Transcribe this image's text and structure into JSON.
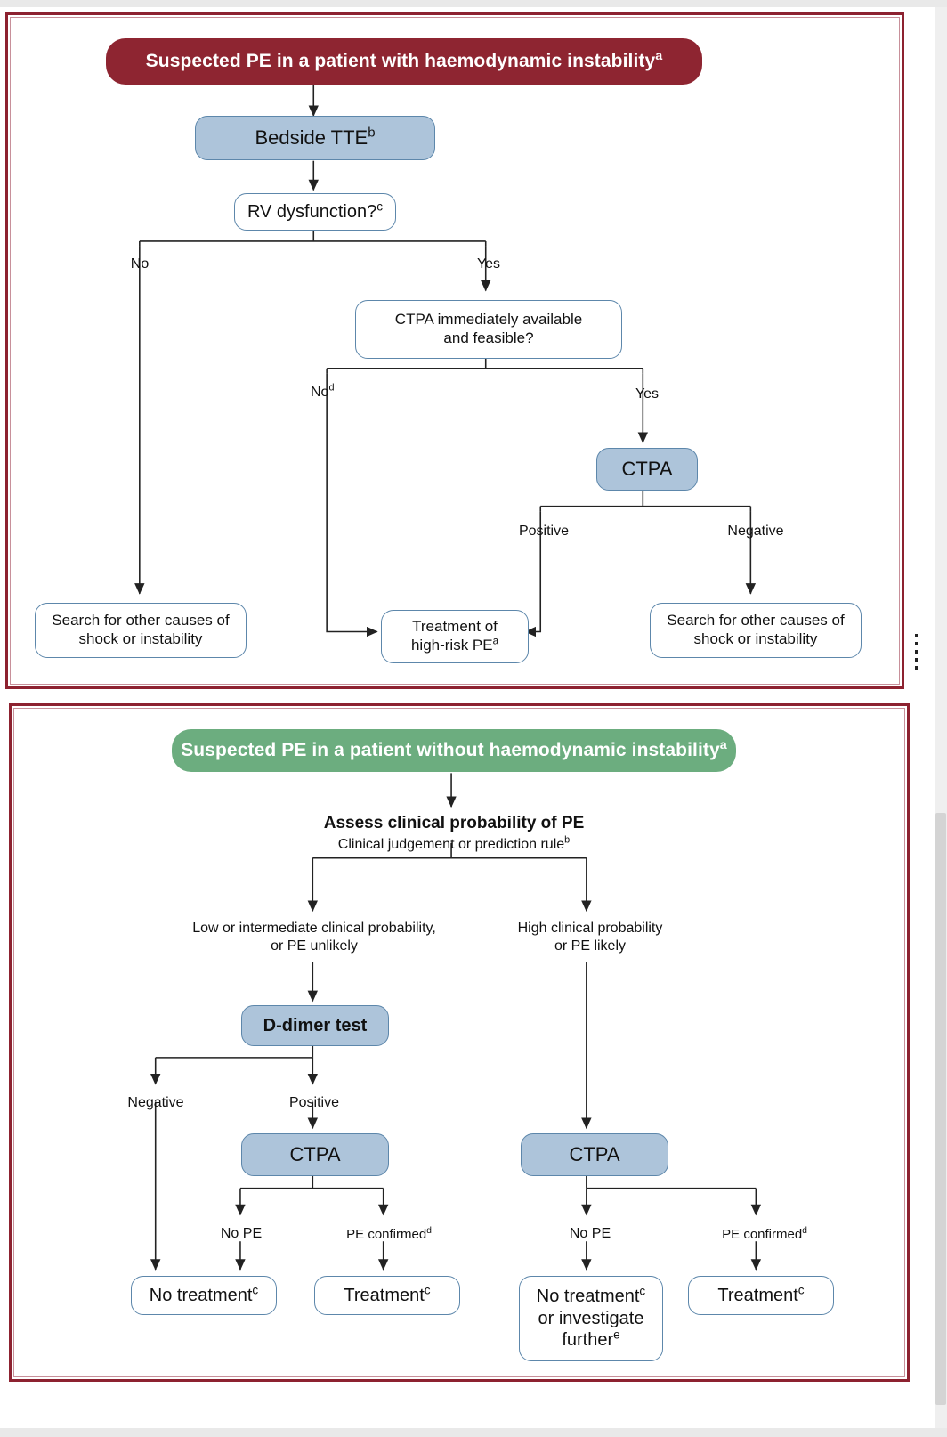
{
  "panels": {
    "top": {
      "header": "Suspected PE in a patient with haemodynamic instability",
      "header_sup": "a",
      "nodes": {
        "bedside_tte": "Bedside TTE",
        "bedside_tte_sup": "b",
        "rv_dysfunction": "RV dysfunction?",
        "rv_dysfunction_sup": "c",
        "ctpa_available_l1": "CTPA immediately available",
        "ctpa_available_l2": "and feasible?",
        "ctpa": "CTPA",
        "search_other_left_l1": "Search for other causes of",
        "search_other_left_l2": "shock or instability",
        "treatment_high_risk_l1": "Treatment of",
        "treatment_high_risk_l2": "high-risk PE",
        "treatment_high_risk_sup": "a",
        "search_other_right_l1": "Search for other causes of",
        "search_other_right_l2": "shock or instability"
      },
      "edge_labels": {
        "rv_no": "No",
        "rv_yes": "Yes",
        "ctpa_no": "No",
        "ctpa_no_sup": "d",
        "ctpa_yes": "Yes",
        "ctpa_positive": "Positive",
        "ctpa_negative": "Negative"
      }
    },
    "bottom": {
      "header": "Suspected PE in a patient without haemodynamic instability",
      "header_sup": "a",
      "nodes": {
        "assess_title": "Assess clinical probability of PE",
        "assess_sub": "Clinical judgement or prediction rule",
        "assess_sub_sup": "b",
        "branch_left_l1": "Low or intermediate clinical probability,",
        "branch_left_l2": "or PE unlikely",
        "branch_right_l1": "High clinical probability",
        "branch_right_l2": "or PE likely",
        "d_dimer": "D-dimer test",
        "ctpa_left": "CTPA",
        "ctpa_right": "CTPA",
        "no_treatment_left": "No treatment",
        "no_treatment_left_sup": "c",
        "treatment_left": "Treatment",
        "treatment_left_sup": "c",
        "no_treatment_right_l1": "No treatment",
        "no_treatment_right_sup1": "c",
        "no_treatment_right_l2": "or investigate",
        "no_treatment_right_l3": "further",
        "no_treatment_right_sup2": "e",
        "treatment_right": "Treatment",
        "treatment_right_sup": "c"
      },
      "edge_labels": {
        "dd_negative": "Negative",
        "dd_positive": "Positive",
        "left_no_pe": "No PE",
        "left_pe_confirmed": "PE confirmed",
        "left_pe_confirmed_sup": "d",
        "right_no_pe": "No PE",
        "right_pe_confirmed": "PE confirmed",
        "right_pe_confirmed_sup": "d"
      }
    }
  },
  "colors": {
    "panel_border": "#8d2230",
    "header_red": "#8e2531",
    "header_green": "#6cad7f",
    "node_fill": "#adc4da",
    "node_stroke": "#5d87ab",
    "connector": "#222222"
  }
}
